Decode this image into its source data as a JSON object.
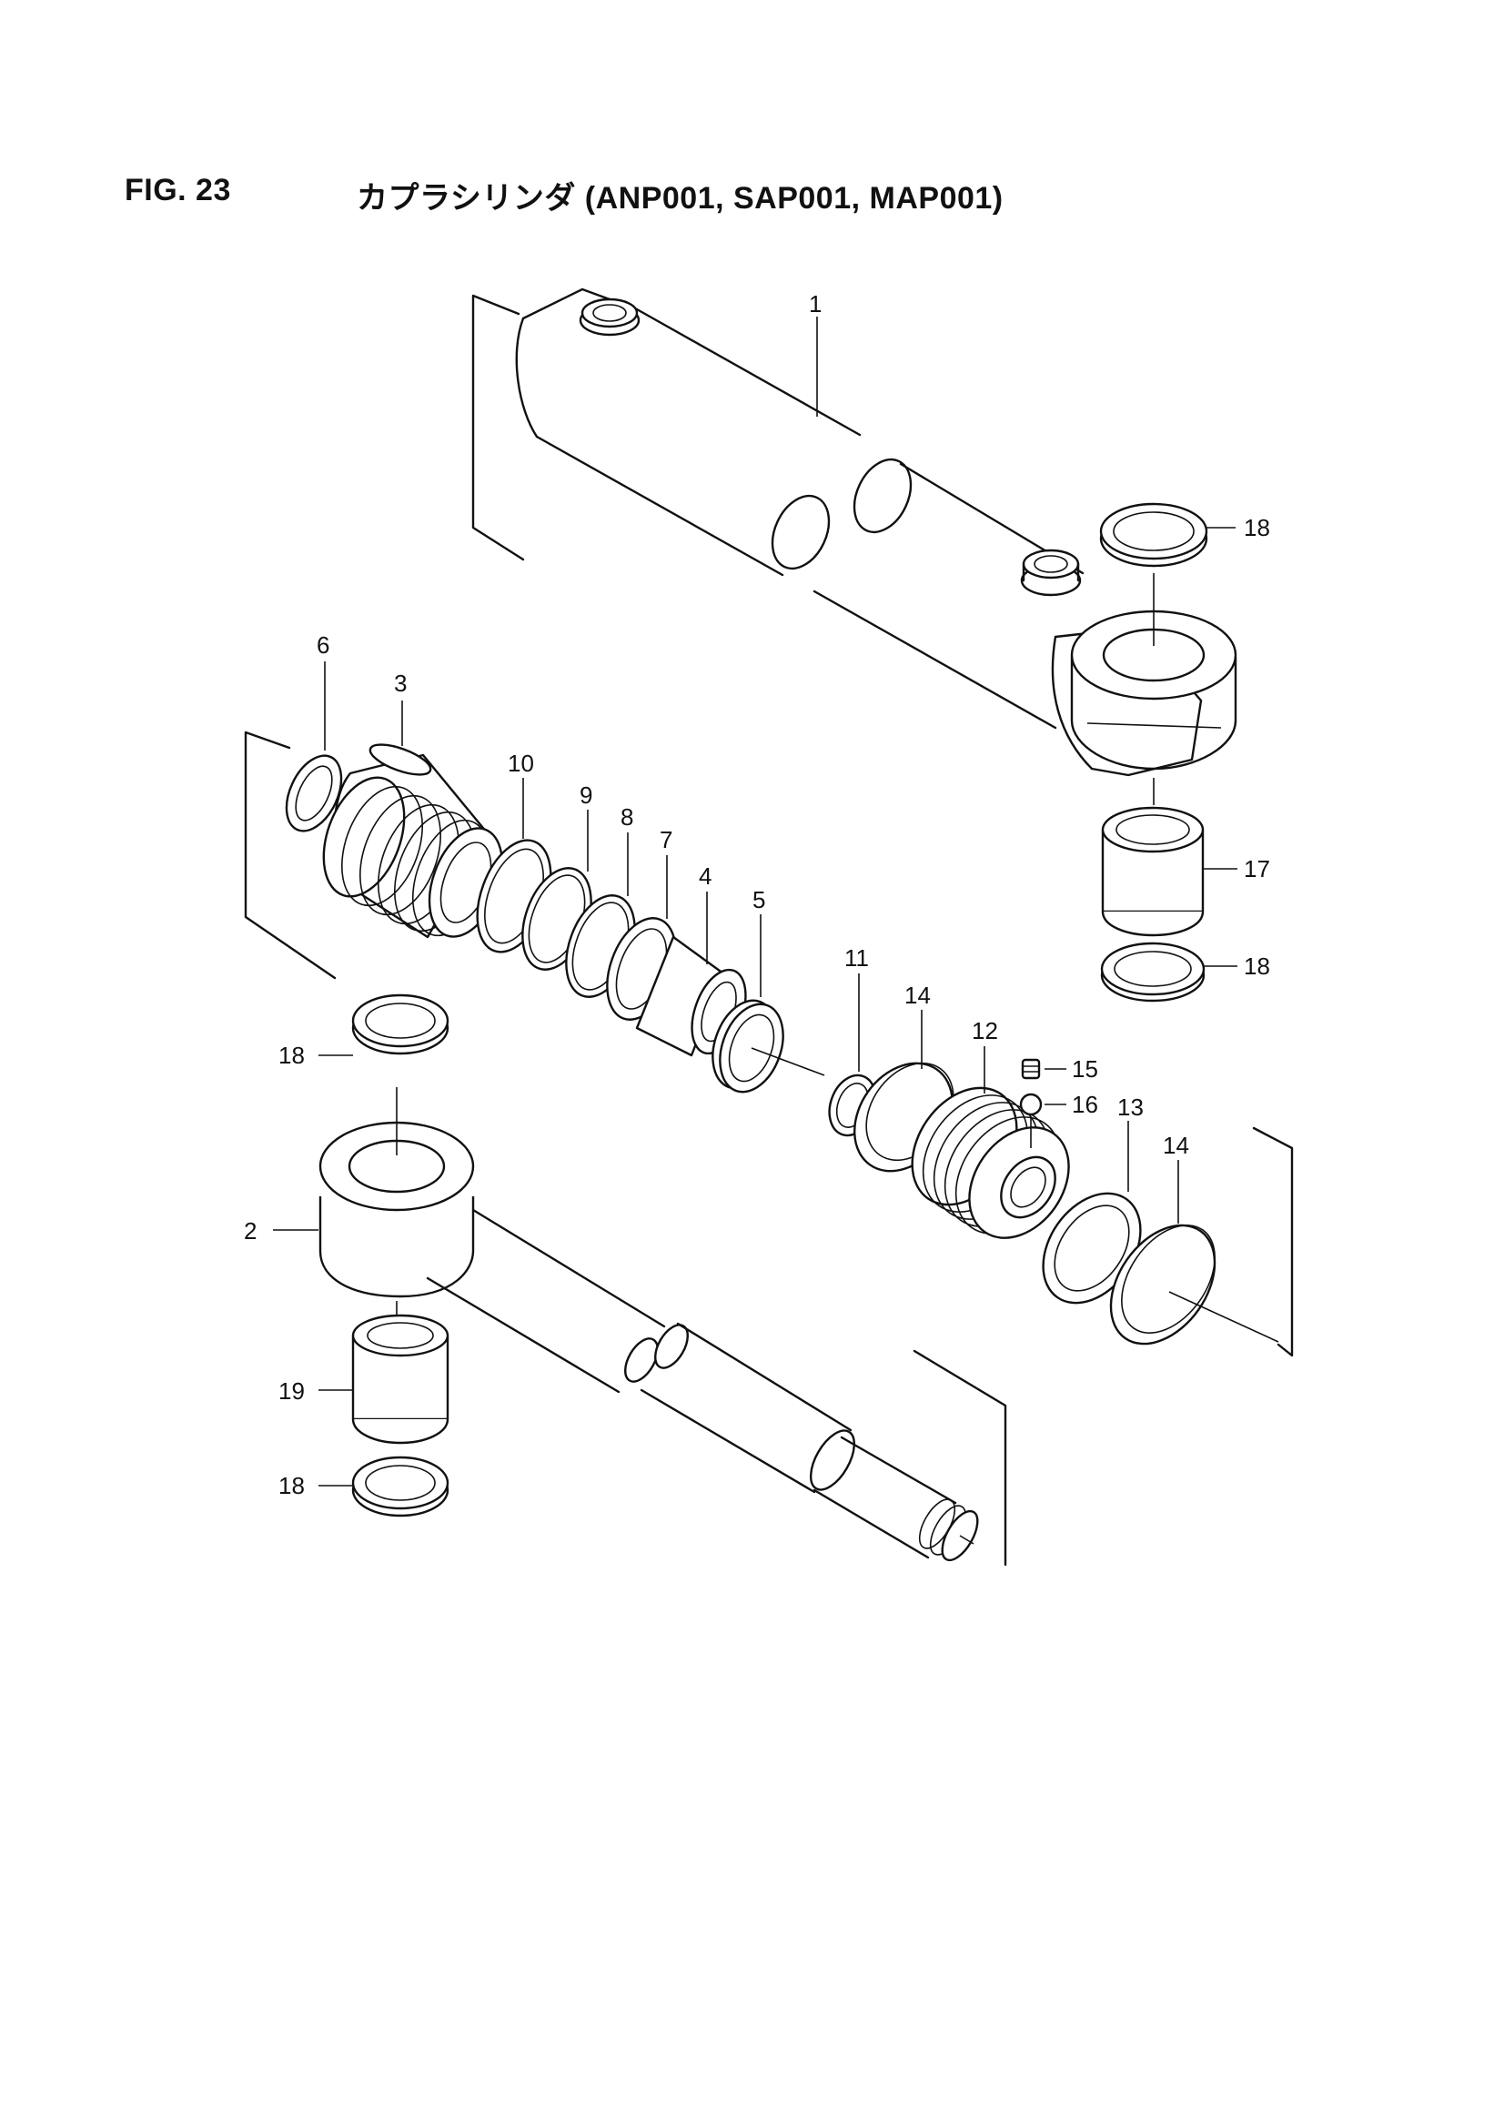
{
  "header": {
    "figure_number": "FIG. 23",
    "figure_title": "カプラシリンダ (ANP001, SAP001, MAP001)"
  },
  "callouts": [
    "1",
    "2",
    "3",
    "4",
    "5",
    "6",
    "7",
    "8",
    "9",
    "10",
    "11",
    "12",
    "13",
    "14",
    "14",
    "15",
    "16",
    "17",
    "18",
    "18",
    "18",
    "18",
    "19"
  ],
  "colors": {
    "ink": "#111111",
    "paper": "#ffffff"
  }
}
